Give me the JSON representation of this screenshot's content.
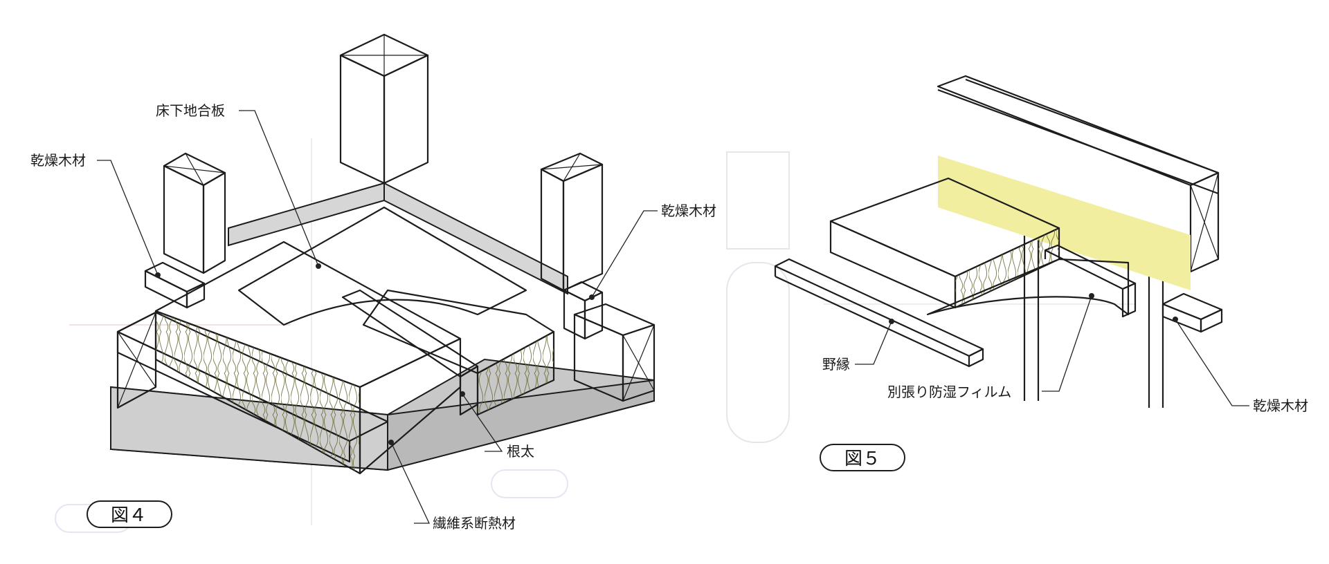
{
  "figure4": {
    "caption": "図４",
    "labels": {
      "subfloor": "床下地合板",
      "dry_wood_left": "乾燥木材",
      "dry_wood_right": "乾燥木材",
      "joist": "根太",
      "insulation": "繊維系断熱材"
    }
  },
  "figure5": {
    "caption": "図５",
    "labels": {
      "batten": "野縁",
      "vapor_film": "別張り防湿フィルム",
      "dry_wood": "乾燥木材"
    }
  },
  "colors": {
    "insulation_fill": "#f1ef9f",
    "concrete": "#c8c8c8",
    "wall_shadow": "#d6d6d6",
    "line": "#1c1c1c"
  }
}
